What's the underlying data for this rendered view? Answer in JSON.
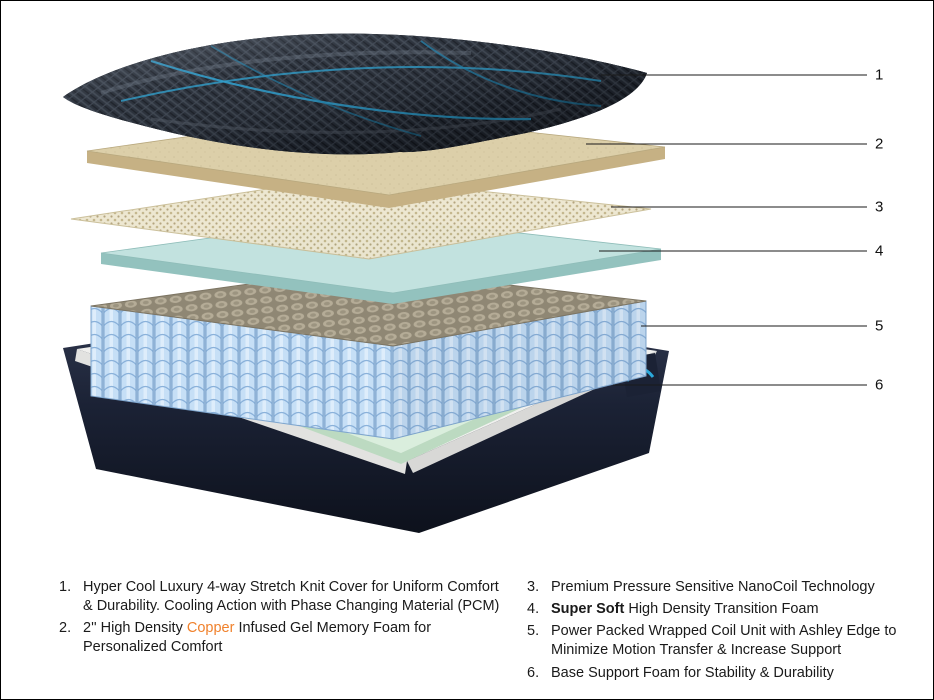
{
  "diagram": {
    "callouts": [
      {
        "label": "1"
      },
      {
        "label": "2"
      },
      {
        "label": "3"
      },
      {
        "label": "4"
      },
      {
        "label": "5"
      },
      {
        "label": "6"
      }
    ]
  },
  "colors": {
    "copper_text": "#F0812C",
    "accent_blue": "#2BA9DB",
    "cover_dark": "#232933",
    "memory_foam_tan": "#DCCFA9",
    "transition_foam_teal": "#C2E2DF",
    "coil_blue": "#C6DFF6",
    "base_navy": "#1B2235",
    "base_green": "#DAEEDD"
  },
  "legend": {
    "left": [
      {
        "num": "1.",
        "pre": "Hyper Cool Luxury 4-way Stretch Knit Cover for Uniform Comfort & Durability. Cooling Action with Phase Changing Material (PCM)",
        "hl": "",
        "post": ""
      },
      {
        "num": "2.",
        "pre": "2'' High Density ",
        "hl": "Copper",
        "post": " Infused Gel Memory Foam for Personalized Comfort"
      }
    ],
    "right": [
      {
        "num": "3.",
        "pre": "Premium Pressure Sensitive NanoCoil Technology",
        "hl": "",
        "post": ""
      },
      {
        "num": "4.",
        "pre": "",
        "hl": "Super Soft",
        "post": " High Density Transition Foam"
      },
      {
        "num": "5.",
        "pre": "Power Packed Wrapped Coil Unit with Ashley Edge to Minimize Motion Transfer & Increase Support",
        "hl": "",
        "post": ""
      },
      {
        "num": "6.",
        "pre": "Base Support Foam for Stability & Durability",
        "hl": "",
        "post": ""
      }
    ]
  }
}
